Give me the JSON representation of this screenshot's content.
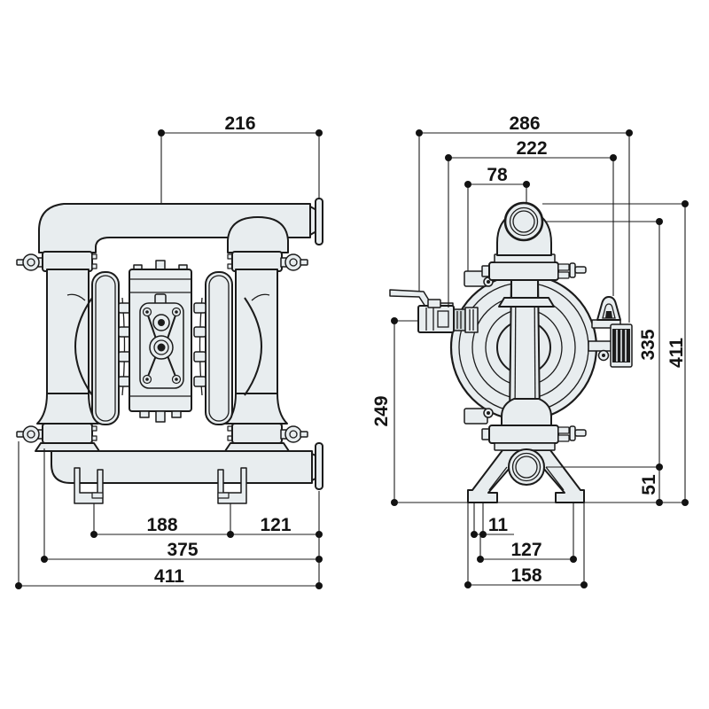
{
  "colors": {
    "background": "#ffffff",
    "body_fill": "#e8edef",
    "line": "#1b1b1b",
    "muffler_dark": "#1c1c1c"
  },
  "front_view": {
    "dims": {
      "discharge_width": "216",
      "foot_spacing": "188",
      "foot_to_flange": "121",
      "manifold_width": "375",
      "overall_width": "411"
    }
  },
  "side_view": {
    "dims": {
      "overall_depth": "286",
      "handle_depth": "222",
      "inlet_offset": "78",
      "valve_height": "249",
      "port_span": "335",
      "overall_height": "411",
      "suction_height": "51",
      "foot_slot": "11",
      "slot_spacing": "127",
      "foot_depth": "158"
    }
  }
}
